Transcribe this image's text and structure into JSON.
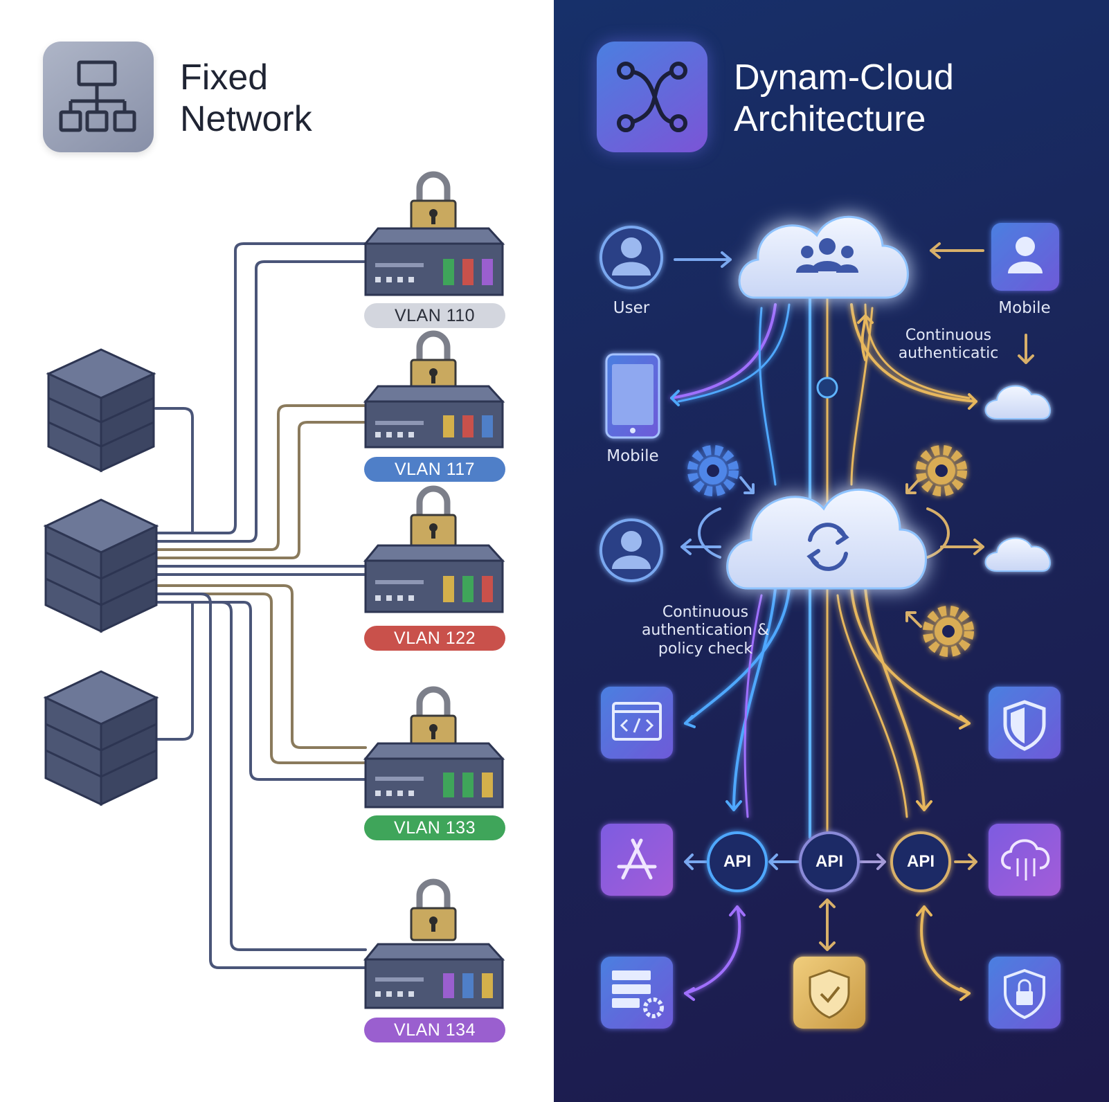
{
  "left": {
    "title_line1": "Fixed",
    "title_line2": "Network",
    "vlans": [
      {
        "label": "VLAN 110",
        "bg": "#d3d6de",
        "fg": "#2b2f3a"
      },
      {
        "label": "VLAN 117",
        "bg": "#4f7fc8",
        "fg": "#ffffff"
      },
      {
        "label": "VLAN 122",
        "bg": "#c9514b",
        "fg": "#ffffff"
      },
      {
        "label": "VLAN 133",
        "bg": "#3fa55a",
        "fg": "#ffffff"
      },
      {
        "label": "VLAN 134",
        "bg": "#9a5fcf",
        "fg": "#ffffff"
      }
    ]
  },
  "right": {
    "title_line1": "Dynam-Cloud",
    "title_line2": "Architecture",
    "labels": {
      "user": "User",
      "mobile_top": "Mobile",
      "mobile_left": "Mobile",
      "continuous_top_1": "Continuous",
      "continuous_top_2": "authenticatic",
      "continuous_mid_1": "Continuous",
      "continuous_mid_2": "authentication &",
      "continuous_mid_3": "policy check"
    },
    "api_nodes": [
      "API",
      "API",
      "API"
    ]
  },
  "colors": {
    "blue_flow": "#4fa8ff",
    "purple_flow": "#a070ff",
    "gold_flow": "#e7b75d",
    "cable": "#4a5578",
    "device": "#4c5674"
  }
}
